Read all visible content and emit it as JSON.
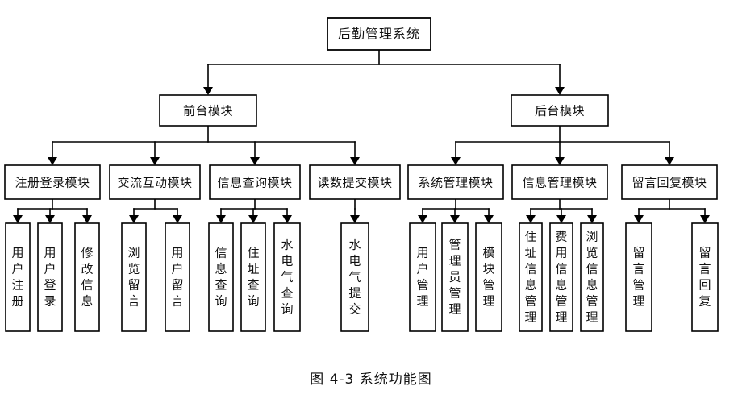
{
  "diagram": {
    "type": "tree-hierarchy",
    "caption": "图 4-3  系统功能图",
    "colors": {
      "background": "#ffffff",
      "box_fill": "#ffffff",
      "stroke": "#000000",
      "text": "#111111"
    },
    "root": {
      "label": "后勤管理系统"
    },
    "level2": [
      {
        "label": "前台模块"
      },
      {
        "label": "后台模块"
      }
    ],
    "level3": [
      {
        "label": "注册登录模块",
        "parent": "前台模块"
      },
      {
        "label": "交流互动模块",
        "parent": "前台模块"
      },
      {
        "label": "信息查询模块",
        "parent": "前台模块"
      },
      {
        "label": "读数提交模块",
        "parent": "前台模块"
      },
      {
        "label": "系统管理模块",
        "parent": "后台模块"
      },
      {
        "label": "信息管理模块",
        "parent": "后台模块"
      },
      {
        "label": "留言回复模块",
        "parent": "后台模块"
      }
    ],
    "leaves": [
      {
        "label": "用户注册",
        "parent": "注册登录模块"
      },
      {
        "label": "用户登录",
        "parent": "注册登录模块"
      },
      {
        "label": "修改信息",
        "parent": "注册登录模块"
      },
      {
        "label": "浏览留言",
        "parent": "交流互动模块"
      },
      {
        "label": "用户留言",
        "parent": "交流互动模块"
      },
      {
        "label": "信息查询",
        "parent": "信息查询模块"
      },
      {
        "label": "住址查询",
        "parent": "信息查询模块"
      },
      {
        "label": "水电气查询",
        "parent": "信息查询模块"
      },
      {
        "label": "水电气提交",
        "parent": "读数提交模块"
      },
      {
        "label": "用户管理",
        "parent": "系统管理模块"
      },
      {
        "label": "管理员管理",
        "parent": "系统管理模块"
      },
      {
        "label": "模块管理",
        "parent": "系统管理模块"
      },
      {
        "label": "住址信息管理",
        "parent": "信息管理模块"
      },
      {
        "label": "费用信息管理",
        "parent": "信息管理模块"
      },
      {
        "label": "浏览信息管理",
        "parent": "信息管理模块"
      },
      {
        "label": "留言管理",
        "parent": "留言回复模块"
      },
      {
        "label": "留言回复",
        "parent": "留言回复模块"
      }
    ]
  }
}
